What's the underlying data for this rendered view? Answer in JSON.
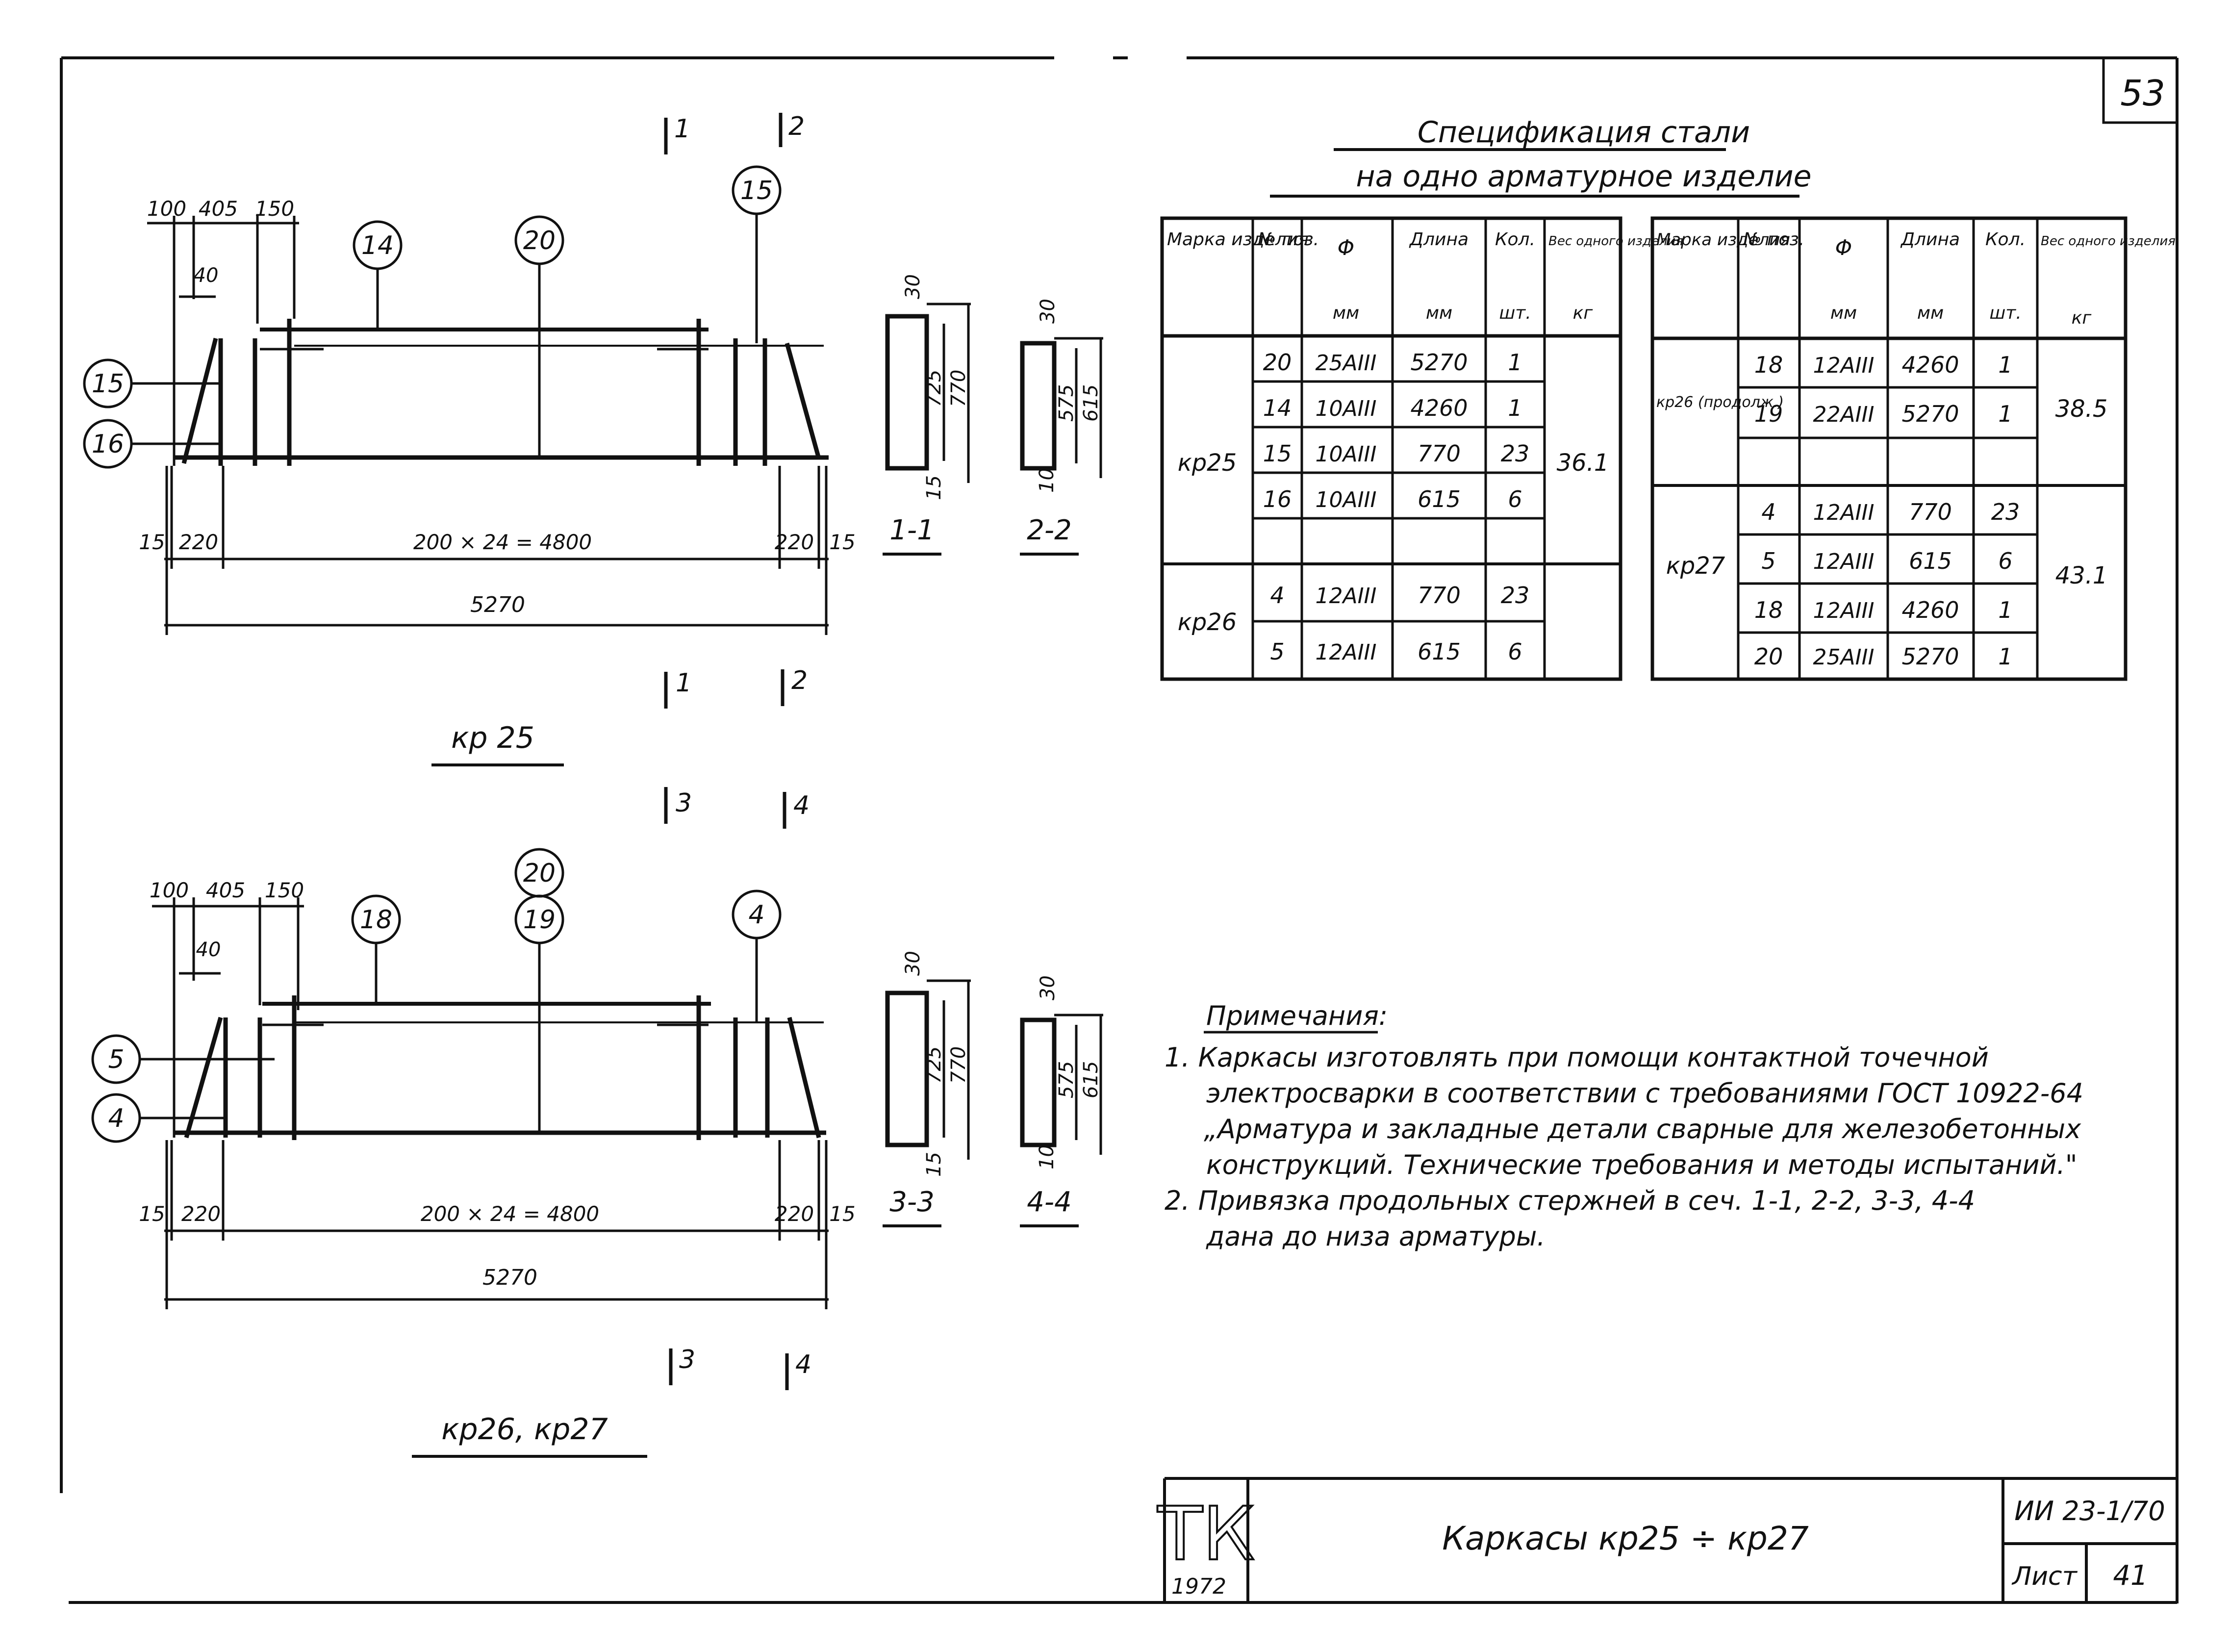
{
  "sheet": {
    "page_number": "53",
    "title_block": {
      "logo": "ТК",
      "year": "1972",
      "drawing_title": "Каркасы  кр25 ÷ кр27",
      "series": "ИИ 23-1/70",
      "sheet_label": "Лист",
      "sheet_number": "41"
    }
  },
  "drawing_top": {
    "caption": "кр 25",
    "dims": {
      "d100": "100",
      "d405": "405",
      "d150": "150",
      "d40": "40",
      "d15_left": "15",
      "d220_left": "220",
      "span": "200 × 24 = 4800",
      "d220_right": "220",
      "d15_right": "15",
      "total": "5270"
    },
    "callouts": [
      "14",
      "20",
      "15",
      "15",
      "16"
    ],
    "section_marks": [
      "1",
      "2",
      "1",
      "2"
    ]
  },
  "drawing_bottom": {
    "caption": "кр26, кр27",
    "dims": {
      "d100": "100",
      "d405": "405",
      "d150": "150",
      "d40": "40",
      "d15_left": "15",
      "d220_left": "220",
      "span": "200 × 24 = 4800",
      "d220_right": "220",
      "d15_right": "15",
      "total": "5270"
    },
    "callouts": [
      "18",
      "20",
      "19",
      "4",
      "5",
      "4"
    ],
    "section_marks": [
      "3",
      "4",
      "3",
      "4"
    ]
  },
  "sections": [
    {
      "label": "1-1",
      "dims": [
        "30",
        "725",
        "770",
        "15"
      ]
    },
    {
      "label": "2-2",
      "dims": [
        "30",
        "575",
        "615",
        "10"
      ]
    },
    {
      "label": "3-3",
      "dims": [
        "30",
        "725",
        "770",
        "15"
      ]
    },
    {
      "label": "4-4",
      "dims": [
        "30",
        "575",
        "615",
        "10"
      ]
    }
  ],
  "specification": {
    "title_line1": "Спецификация  стали",
    "title_line2": "на  одно  арматурное  изделие",
    "headers": {
      "mark": "Марка изделия",
      "pos": "№ поз.",
      "dia": "Φ",
      "dia_unit": "мм",
      "length": "Длина",
      "length_unit": "мм",
      "qty": "Кол.",
      "qty_unit": "шт.",
      "weight": "Вес одного изделия",
      "weight_unit": "кг"
    },
    "left_table": [
      {
        "pos": "20",
        "dia": "25АIII",
        "length": "5270",
        "qty": "1"
      },
      {
        "pos": "14",
        "dia": "10АIII",
        "length": "4260",
        "qty": "1"
      },
      {
        "pos": "15",
        "dia": "10АIII",
        "length": "770",
        "qty": "23"
      },
      {
        "pos": "16",
        "dia": "10АIII",
        "length": "615",
        "qty": "6"
      },
      {
        "pos": "",
        "dia": "",
        "length": "",
        "qty": ""
      },
      {
        "pos": "4",
        "dia": "12АIII",
        "length": "770",
        "qty": "23"
      },
      {
        "pos": "5",
        "dia": "12АIII",
        "length": "615",
        "qty": "6"
      }
    ],
    "left_marks": {
      "kp25": "кр25",
      "kp26": "кр26"
    },
    "left_weights": {
      "kp25": "36.1"
    },
    "right_table": [
      {
        "pos": "18",
        "dia": "12АIII",
        "length": "4260",
        "qty": "1"
      },
      {
        "pos": "19",
        "dia": "22АIII",
        "length": "5270",
        "qty": "1"
      },
      {
        "pos": "",
        "dia": "",
        "length": "",
        "qty": ""
      },
      {
        "pos": "4",
        "dia": "12АIII",
        "length": "770",
        "qty": "23"
      },
      {
        "pos": "5",
        "dia": "12АIII",
        "length": "615",
        "qty": "6"
      },
      {
        "pos": "18",
        "dia": "12АIII",
        "length": "4260",
        "qty": "1"
      },
      {
        "pos": "20",
        "dia": "25АIII",
        "length": "5270",
        "qty": "1"
      }
    ],
    "right_marks": {
      "kp26_cont": "кр26 (продолж.)",
      "kp27": "кр27"
    },
    "right_weights": {
      "kp26": "38.5",
      "kp27": "43.1"
    }
  },
  "notes": {
    "heading": "Примечания:",
    "lines": [
      "1.  Каркасы изготовлять при помощи контактной точечной",
      "электросварки в соответствии с требованиями ГОСТ 10922-64",
      "„Арматура и закладные детали сварные для железобетонных",
      "конструкций. Технические требования и методы испытаний.\"",
      "2.  Привязка продольных стержней в сеч. 1-1, 2-2, 3-3, 4-4",
      "дана до низа арматуры."
    ]
  }
}
